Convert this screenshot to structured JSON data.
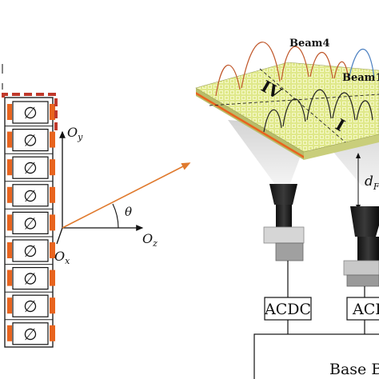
{
  "axes": {
    "oy": "O",
    "oy_sub": "y",
    "oz": "O",
    "oz_sub": "z",
    "ox": "O",
    "ox_sub": "x",
    "theta": "θ"
  },
  "antenna": {
    "phase_shifter_symbol": "∅",
    "element_count": 9,
    "highlight_color": "#c0392b",
    "patch_color": "#e8641e"
  },
  "metasurface": {
    "beam_labels": [
      "Beam4",
      "Beam1"
    ],
    "region_labels": [
      "IV",
      "I"
    ],
    "distance_label": "d",
    "distance_sub": "F",
    "board_color": "#dfe889",
    "beam_colors": {
      "beam4": "#c0572a",
      "beam1": "#222222",
      "beam_blue": "#4a7fc1"
    }
  },
  "blocks": {
    "acdc_left": "ACDC",
    "acdc_right": "ACD",
    "baseband": "Base Ba"
  },
  "colors": {
    "arrow": "#e07a2e",
    "line": "#111111"
  }
}
